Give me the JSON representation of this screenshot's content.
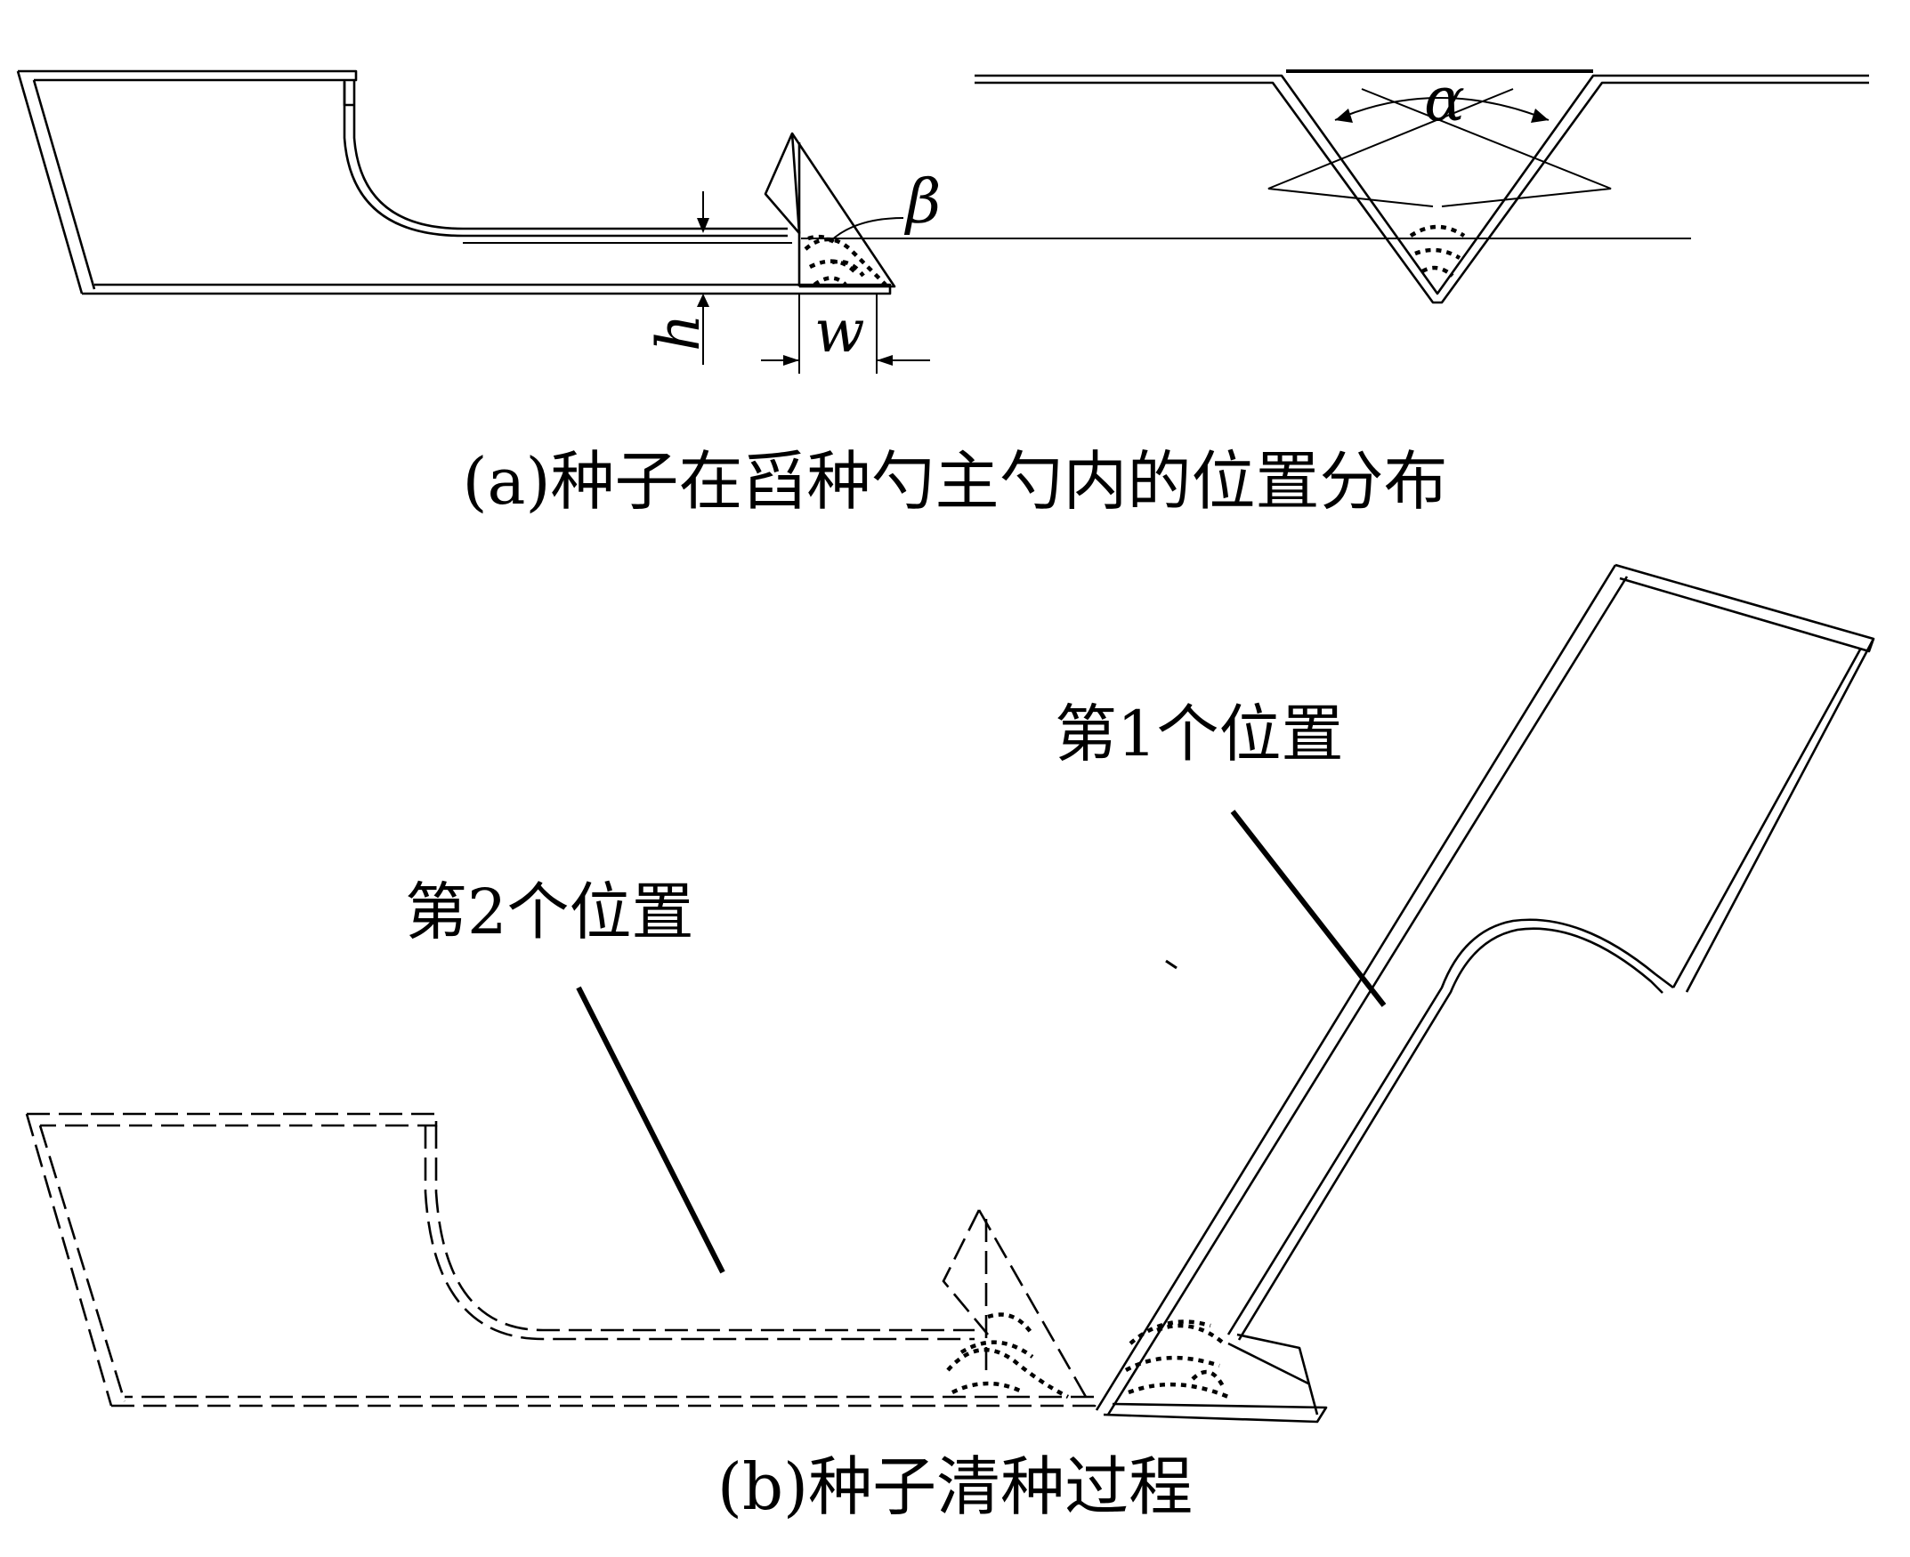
{
  "part_a": {
    "caption": "(a)种子在舀种勺主勺内的位置分布",
    "labels": {
      "beta": "β",
      "alpha": "α",
      "h": "h",
      "w": "w"
    }
  },
  "part_b": {
    "caption": "(b)种子清种过程",
    "label_position_1": "第1个位置",
    "label_position_2": "第2个位置"
  }
}
